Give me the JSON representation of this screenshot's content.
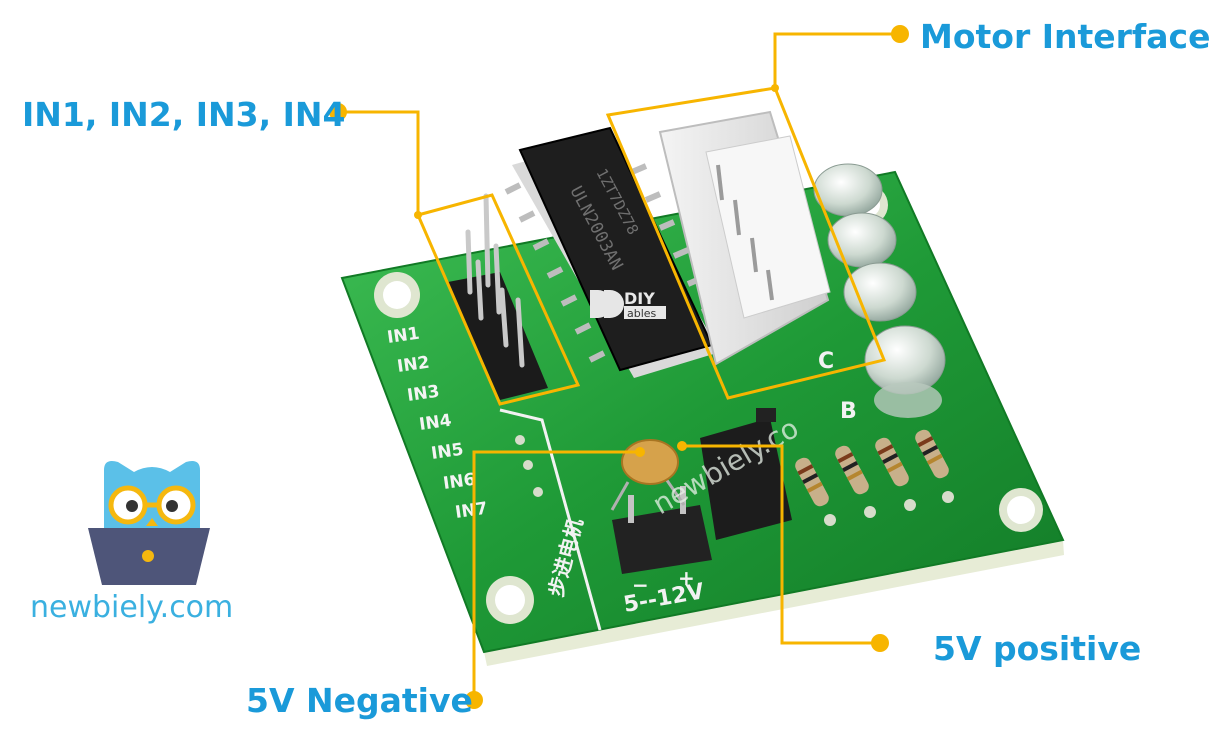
{
  "callouts": {
    "inputs": "IN1, IN2, IN3, IN4",
    "motor": "Motor Interface",
    "positive": "5V positive",
    "negative": "5V Negative"
  },
  "board": {
    "pin_labels": [
      "IN1",
      "IN2",
      "IN3",
      "IN4",
      "IN5",
      "IN6",
      "IN7"
    ],
    "chip_marking": "ULN2003AN",
    "chip_code": "1ZT7DZ78",
    "power_label": "5--12V",
    "minus": "−",
    "plus": "+",
    "chinese_label": "步进电机",
    "led_labels": [
      "C",
      "B"
    ]
  },
  "watermark": {
    "diy_top": "DIY",
    "diy_bottom": "ables",
    "newbiely": "newbiely.co"
  },
  "logo": {
    "text": "newbiely.com"
  },
  "colors": {
    "callout_line": "#f7b500",
    "callout_text": "#1a9ad9",
    "pcb": "#21a03a",
    "logo_blue": "#3ab0e0"
  }
}
